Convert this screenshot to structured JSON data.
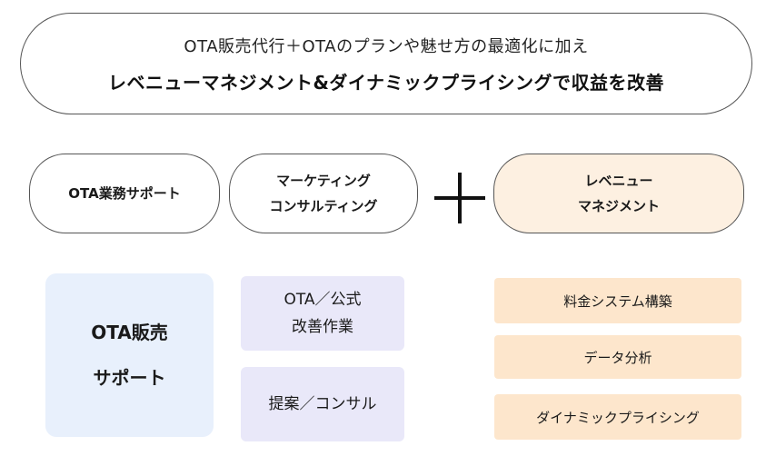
{
  "header": {
    "line1": "OTA販売代行＋OTAのプランや魅せ方の最適化に加え",
    "line2": "レベニューマネジメント&ダイナミックプライシングで収益を改善"
  },
  "pills": {
    "ota_support": "OTA業務サポート",
    "marketing_line1": "マーケティング",
    "marketing_line2": "コンサルティング",
    "revenue_line1": "レベニュー",
    "revenue_line2": "マネジメント"
  },
  "plus_icon": "plus-icon",
  "boxes": {
    "ota_sales_line1": "OTA販売",
    "ota_sales_line2": "サポート",
    "improve_line1": "OTA／公式",
    "improve_line2": "改善作業",
    "proposal": "提案／コンサル",
    "pricing_system": "料金システム構築",
    "data_analysis": "データ分析",
    "dynamic_pricing": "ダイナミックプライシング"
  },
  "colors": {
    "blue_box": "#e8f0fc",
    "purple_box": "#e9e8f9",
    "orange_box": "#fde6cc",
    "orange_pill": "#fdf0e1"
  }
}
